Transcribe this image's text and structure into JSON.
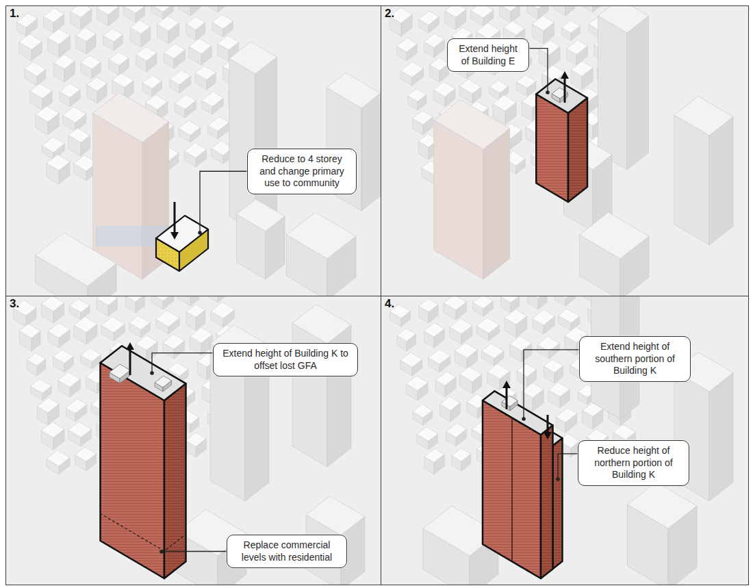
{
  "diagram": {
    "nodes": [
      {
        "text": [
          "1."
        ]
      },
      {
        "text": [
          "Reduce to 4 storey and change primary use to community"
        ],
        "in": 0
      },
      {
        "text": [
          "2."
        ]
      },
      {
        "text": [
          "Extend height of Building E"
        ],
        "in": 2
      },
      {
        "text": [
          "3."
        ]
      },
      {
        "text": [
          "Extend height of Building K to offset lost GFA"
        ],
        "in": 4
      },
      {
        "text": [
          "Replace commercial levels with residential"
        ],
        "in": 4
      },
      {
        "text": [
          "4."
        ]
      },
      {
        "text": [
          "Extend height of southern portion of Building K"
        ],
        "in": 7
      },
      {
        "text": [
          "Reduce height of northern portion of Building K"
        ],
        "in": 7
      }
    ]
  }
}
